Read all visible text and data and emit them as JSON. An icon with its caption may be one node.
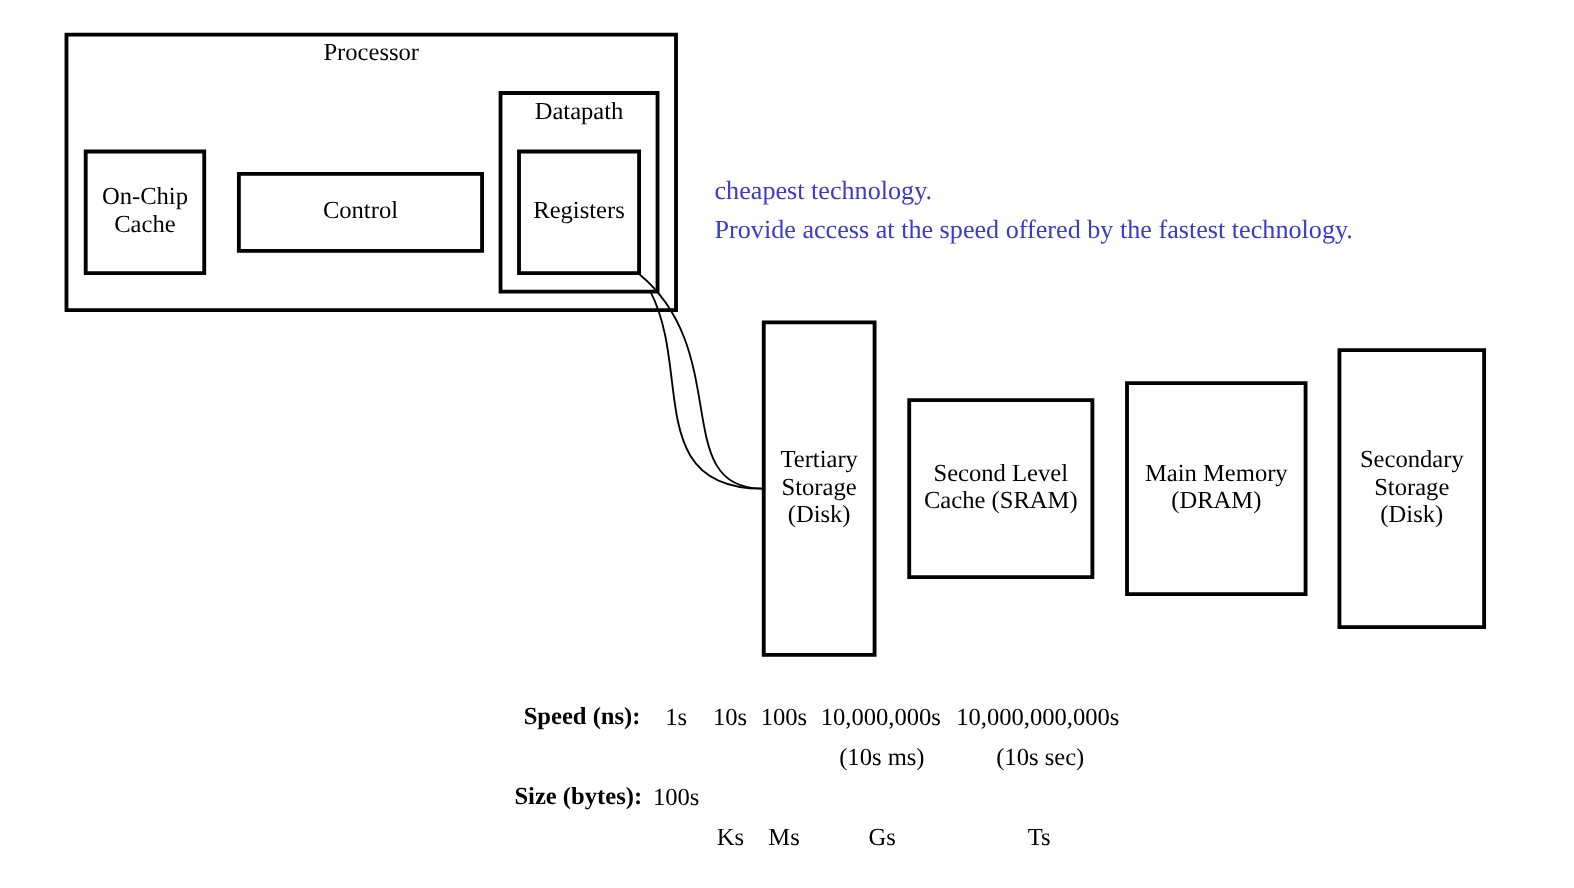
{
  "diagram": {
    "nodes": [
      {
        "text": [
          "Processor"
        ]
      },
      {
        "text": [
          "Control"
        ],
        "in": 0
      },
      {
        "text": [
          "Datapath"
        ],
        "in": 0
      },
      {
        "text": [
          "Registers"
        ],
        "in": 2
      },
      {
        "text": [
          "On-Chip Cache"
        ],
        "in": 0
      },
      {
        "text": [
          "Second Level Cache (SRAM)"
        ]
      },
      {
        "text": [
          "Main Memory (DRAM)"
        ]
      },
      {
        "text": [
          "Secondary Storage (Disk)"
        ]
      },
      {
        "text": [
          "Tertiary Storage (Disk)"
        ]
      }
    ],
    "edges": [
      {
        "from": 2,
        "to": 8,
        "arrow": "none"
      },
      {
        "from": 3,
        "to": 8,
        "arrow": "none"
      }
    ],
    "labels": [
      "cheapest technology.",
      "Provide access at the speed offered by the fastest technology.",
      "Speed (ns):",
      "1s",
      "10s",
      "100s",
      "10,000,000s",
      "10,000,000,000s",
      "(10s ms)",
      "(10s sec)",
      "Size (bytes):",
      "100s",
      "Ks",
      "Ms",
      "Gs",
      "Ts"
    ]
  }
}
